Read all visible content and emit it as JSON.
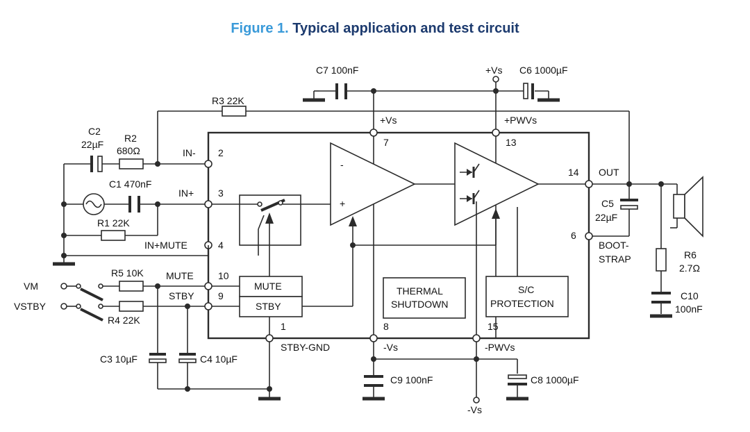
{
  "title": {
    "number": "Figure 1.",
    "text": "Typical application and test circuit"
  },
  "components": {
    "c7": "C7 100nF",
    "c6": "C6 1000µF",
    "vs_top": "+Vs",
    "r3": "R3 22K",
    "c2_name": "C2",
    "c2_value": "22µF",
    "r2_name": "R2",
    "r2_value": "680Ω",
    "c1": "C1 470nF",
    "r1": "R1 22K",
    "r5": "R5 10K",
    "r4": "R4 22K",
    "c3": "C3 10µF",
    "c4": "C4 10µF",
    "c9": "C9 100nF",
    "c8": "C8 1000µF",
    "vs_neg_bottom": "-Vs",
    "c5_name": "C5",
    "c5_value": "22µF",
    "r6_name": "R6",
    "r6_value": "2.7Ω",
    "c10_name": "C10",
    "c10_value": "100nF"
  },
  "pins": {
    "in_minus": "IN-",
    "in_plus": "IN+",
    "in_plus_mute": "IN+MUTE",
    "mute": "MUTE",
    "stby": "STBY",
    "stby_gnd": "STBY-GND",
    "vs_plus": "+Vs",
    "pwvs_plus": "+PWVs",
    "vs_minus": "-Vs",
    "pwvs_minus": "-PWVs",
    "out": "OUT",
    "bootstrap_1": "BOOT-",
    "bootstrap_2": "STRAP",
    "n2": "2",
    "n3": "3",
    "n4": "4",
    "n10": "10",
    "n9": "9",
    "n1": "1",
    "n7": "7",
    "n13": "13",
    "n8": "8",
    "n15": "15",
    "n14": "14",
    "n6": "6"
  },
  "blocks": {
    "mute_block": "MUTE",
    "stby_block": "STBY",
    "thermal_1": "THERMAL",
    "thermal_2": "SHUTDOWN",
    "sc_1": "S/C",
    "sc_2": "PROTECTION",
    "opamp_minus": "-",
    "opamp_plus": "+"
  },
  "inputs": {
    "vm": "VM",
    "vstby": "VSTBY"
  }
}
